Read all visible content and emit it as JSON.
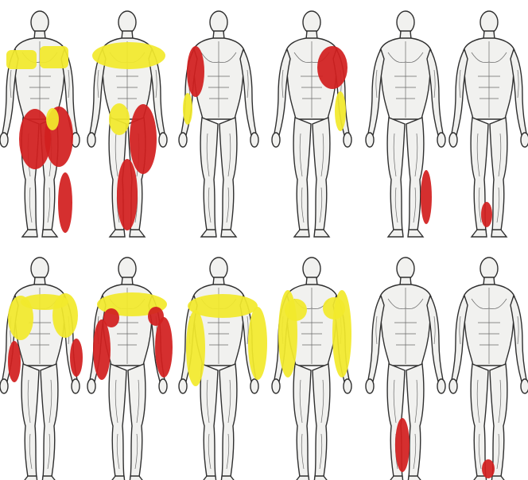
{
  "colors": {
    "pain_primary": "#d21f1f",
    "pain_secondary": "#f2ea2c",
    "figure_outline": "#2f2f2f",
    "figure_fill": "#f1f1ef",
    "background": "#ffffff"
  },
  "figures": [
    {
      "view": "front",
      "pose": "stand",
      "zones": [
        {
          "c": "pain_secondary",
          "shape": "r",
          "p": [
            8,
            63,
            38,
            24
          ]
        },
        {
          "c": "pain_secondary",
          "shape": "r",
          "p": [
            50,
            58,
            36,
            28
          ]
        },
        {
          "c": "pain_primary",
          "shape": "e",
          "p": [
            44,
            175,
            20,
            38
          ]
        },
        {
          "c": "pain_primary",
          "shape": "e",
          "p": [
            74,
            172,
            18,
            38
          ]
        },
        {
          "c": "pain_secondary",
          "shape": "e",
          "p": [
            66,
            150,
            8,
            14
          ]
        },
        {
          "c": "pain_primary",
          "shape": "e",
          "p": [
            82,
            255,
            9,
            38
          ]
        }
      ]
    },
    {
      "view": "back",
      "pose": "stand",
      "zones": [
        {
          "c": "pain_secondary",
          "shape": "e",
          "p": [
            162,
            70,
            46,
            17
          ]
        },
        {
          "c": "pain_secondary",
          "shape": "e",
          "p": [
            150,
            150,
            13,
            20
          ]
        },
        {
          "c": "pain_primary",
          "shape": "e",
          "p": [
            180,
            175,
            17,
            44
          ]
        },
        {
          "c": "pain_primary",
          "shape": "e",
          "p": [
            160,
            245,
            13,
            45
          ]
        }
      ]
    },
    {
      "view": "front",
      "pose": "hip",
      "zones": [
        {
          "c": "pain_primary",
          "shape": "e",
          "p": [
            246,
            90,
            11,
            32
          ]
        },
        {
          "c": "pain_secondary",
          "shape": "e",
          "p": [
            236,
            137,
            6,
            20
          ]
        }
      ]
    },
    {
      "view": "back",
      "pose": "stand",
      "zones": [
        {
          "c": "pain_primary",
          "shape": "e",
          "p": [
            418,
            85,
            19,
            27
          ]
        },
        {
          "c": "pain_secondary",
          "shape": "e",
          "p": [
            428,
            140,
            7,
            25
          ]
        }
      ]
    },
    {
      "view": "front",
      "pose": "stand",
      "zones": [
        {
          "c": "pain_primary",
          "shape": "e",
          "p": [
            536,
            248,
            7,
            34
          ]
        }
      ]
    },
    {
      "view": "back",
      "pose": "stand",
      "zones": [
        {
          "c": "pain_primary",
          "shape": "e",
          "p": [
            612,
            270,
            7,
            16
          ]
        }
      ]
    },
    {
      "view": "front",
      "pose": "stand",
      "zones": [
        {
          "c": "pain_secondary",
          "shape": "e",
          "p": [
            26,
            400,
            16,
            28
          ]
        },
        {
          "c": "pain_secondary",
          "shape": "e",
          "p": [
            82,
            397,
            16,
            28
          ]
        },
        {
          "c": "pain_secondary",
          "shape": "e",
          "p": [
            56,
            380,
            30,
            10
          ]
        },
        {
          "c": "pain_primary",
          "shape": "e",
          "p": [
            18,
            455,
            8,
            26
          ]
        },
        {
          "c": "pain_primary",
          "shape": "e",
          "p": [
            96,
            450,
            8,
            24
          ]
        }
      ]
    },
    {
      "view": "back",
      "pose": "stand",
      "zones": [
        {
          "c": "pain_secondary",
          "shape": "e",
          "p": [
            166,
            383,
            44,
            15
          ]
        },
        {
          "c": "pain_primary",
          "shape": "e",
          "p": [
            128,
            440,
            11,
            38
          ]
        },
        {
          "c": "pain_primary",
          "shape": "e",
          "p": [
            206,
            437,
            11,
            38
          ]
        },
        {
          "c": "pain_primary",
          "shape": "e",
          "p": [
            140,
            400,
            10,
            12
          ]
        },
        {
          "c": "pain_primary",
          "shape": "e",
          "p": [
            196,
            398,
            10,
            12
          ]
        }
      ]
    },
    {
      "view": "front",
      "pose": "stand",
      "zones": [
        {
          "c": "pain_secondary",
          "shape": "e",
          "p": [
            280,
            385,
            44,
            15
          ]
        },
        {
          "c": "pain_secondary",
          "shape": "e",
          "p": [
            246,
            438,
            12,
            48
          ]
        },
        {
          "c": "pain_secondary",
          "shape": "e",
          "p": [
            324,
            432,
            12,
            46
          ]
        }
      ]
    },
    {
      "view": "back",
      "pose": "stand",
      "zones": [
        {
          "c": "pain_secondary",
          "shape": "e",
          "p": [
            362,
            420,
            12,
            55
          ]
        },
        {
          "c": "pain_secondary",
          "shape": "e",
          "p": [
            430,
            420,
            12,
            55
          ]
        },
        {
          "c": "pain_secondary",
          "shape": "e",
          "p": [
            372,
            390,
            14,
            14
          ]
        },
        {
          "c": "pain_secondary",
          "shape": "e",
          "p": [
            420,
            388,
            14,
            14
          ]
        }
      ]
    },
    {
      "view": "front",
      "pose": "stand",
      "zones": [
        {
          "c": "pain_primary",
          "shape": "e",
          "p": [
            506,
            560,
            9,
            34
          ]
        }
      ]
    },
    {
      "view": "back",
      "pose": "stand",
      "zones": [
        {
          "c": "pain_primary",
          "shape": "e",
          "p": [
            614,
            590,
            8,
            12
          ]
        }
      ]
    }
  ]
}
